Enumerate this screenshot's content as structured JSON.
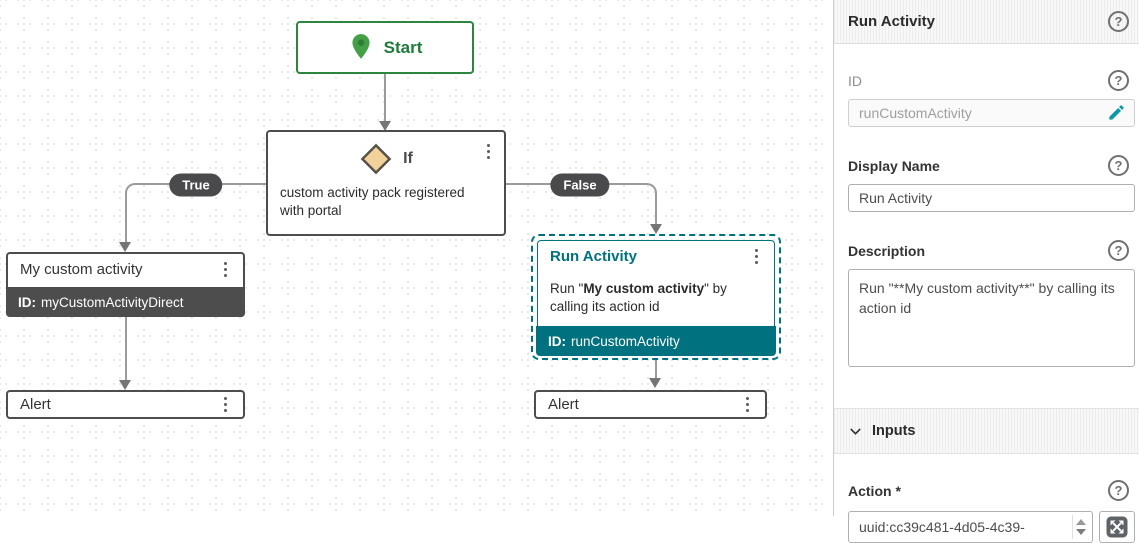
{
  "colors": {
    "teal": "#00717F",
    "green": "#2E8540",
    "dark_gray": "#4A4A4D",
    "line_gray": "#9B9B9B"
  },
  "icons": {
    "help_glyph": "?",
    "names": [
      "help-icon",
      "kebab-icon",
      "pin-icon",
      "diamond-icon",
      "pencil-icon",
      "chevron-down-icon",
      "spinner-icon",
      "data-pill-picker-icon"
    ]
  },
  "canvas": {
    "start": {
      "label": "Start"
    },
    "if_node": {
      "title": "If",
      "description": "custom activity pack registered with portal"
    },
    "branch": {
      "true_label": "True",
      "false_label": "False"
    },
    "my_activity": {
      "title": "My custom activity",
      "id_label": "ID:",
      "id_value": "myCustomActivityDirect"
    },
    "run_activity": {
      "title": "Run Activity",
      "desc_prefix": "Run \"",
      "desc_bold": "My custom activity",
      "desc_suffix": "\" by calling its action id",
      "id_label": "ID:",
      "id_value": "runCustomActivity"
    },
    "alert_left": {
      "title": "Alert"
    },
    "alert_right": {
      "title": "Alert"
    }
  },
  "panel": {
    "title": "Run Activity",
    "id_field": {
      "label": "ID",
      "value": "runCustomActivity"
    },
    "display_name": {
      "label": "Display Name",
      "value": "Run Activity"
    },
    "description": {
      "label": "Description",
      "value": "Run \"**My custom activity**\" by calling its action id"
    },
    "inputs_section": {
      "label": "Inputs"
    },
    "action": {
      "label": "Action *",
      "value": "uuid:cc39c481-4d05-4c39-"
    }
  }
}
